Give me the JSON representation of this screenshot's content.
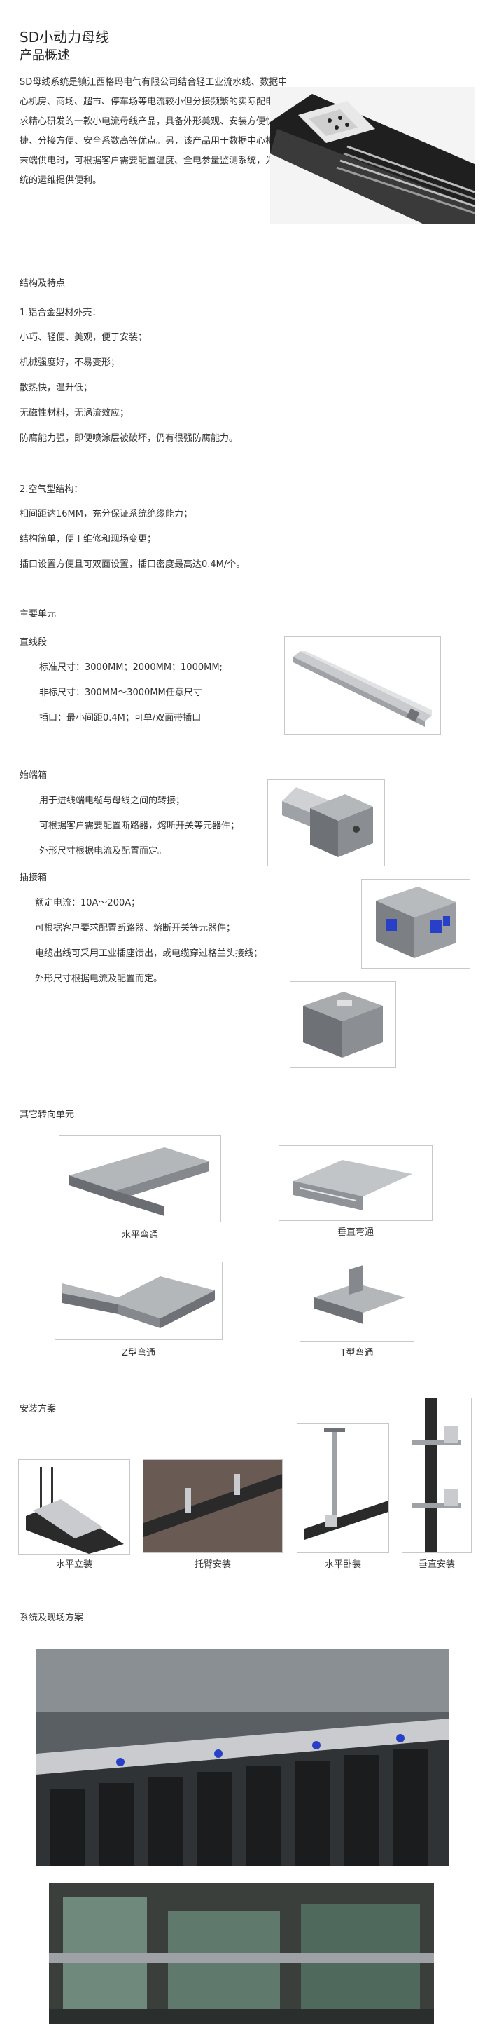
{
  "page": {
    "title": "SD小动力母线",
    "subtitle": "产品概述",
    "intro": "SD母线系统是镇江西格玛电气有限公司结合轻工业流水线、数据中心机房、商场、超市、停车场等电流较小但分接频繁的实际配电需求精心研发的一款小电流母线产品，具备外形美观、安装方便快捷、分接方便、安全系数高等优点。另，该产品用于数据中心机房末端供电时，可根据客户需要配置温度、全电参量监测系统，为系统的运维提供便利。"
  },
  "features": {
    "heading": "结构及特点",
    "group1_title": "1.铝合金型材外壳：",
    "group1_items": [
      "小巧、轻便、美观，便于安装；",
      "机械强度好，不易变形；",
      "散热快，温升低；",
      "无磁性材料，无涡流效应；",
      "防腐能力强，即便喷涂层被破坏，仍有很强防腐能力。"
    ],
    "group2_title": "2.空气型结构：",
    "group2_items": [
      "相间距达16MM，充分保证系统绝缘能力；",
      "结构简单，便于维修和现场变更；",
      "插口设置方便且可双面设置，插口密度最高达0.4M/个。"
    ]
  },
  "units": {
    "heading": "主要单元",
    "straight": {
      "title": "直线段",
      "items": [
        "标准尺寸：3000MM；2000MM；1000MM;",
        "非标尺寸：300MM～3000MM任意尺寸",
        "插口：最小间距0.4M；可单/双面带插口"
      ]
    },
    "start_box": {
      "title": "始端箱",
      "items": [
        "用于进线端电缆与母线之间的转接；",
        "可根据客户需要配置断路器，熔断开关等元器件；",
        "外形尺寸根据电流及配置而定。"
      ]
    },
    "plug_box": {
      "title": "插接箱",
      "items": [
        "额定电流：10A～200A；",
        "可根据客户要求配置断路器、熔断开关等元器件；",
        "电缆出线可采用工业插座馈出，或电缆穿过格兰头接线；",
        "外形尺寸根据电流及配置而定。"
      ]
    }
  },
  "turning": {
    "heading": "其它转向单元",
    "captions": [
      "水平弯通",
      "垂直弯通",
      "Z型弯通",
      "T型弯通"
    ]
  },
  "installation": {
    "heading": "安装方案",
    "captions": [
      "水平立装",
      "托臂安装",
      "水平卧装",
      "垂直安装"
    ]
  },
  "scene": {
    "heading": "系统及现场方案"
  },
  "colors": {
    "text": "#333333",
    "frame_border": "#c8c8c8",
    "busbar_metal": "#b9bcc0",
    "dark_housing": "#2a2a2a",
    "plug_blue": "#2840c8"
  }
}
